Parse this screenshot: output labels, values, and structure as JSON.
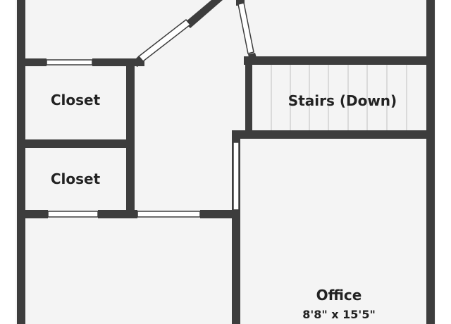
{
  "plan": {
    "colors": {
      "wall": "#3d3d3d",
      "floor": "#f4f4f4",
      "background": "#ffffff",
      "stair_line": "#c8c8c8",
      "text": "#222222"
    },
    "rooms": {
      "closet_upper": {
        "label": "Closet"
      },
      "closet_lower": {
        "label": "Closet"
      },
      "stairs": {
        "label": "Stairs (Down)"
      },
      "office": {
        "label": "Office",
        "dimensions": "8'8\" x 15'5\""
      }
    }
  }
}
